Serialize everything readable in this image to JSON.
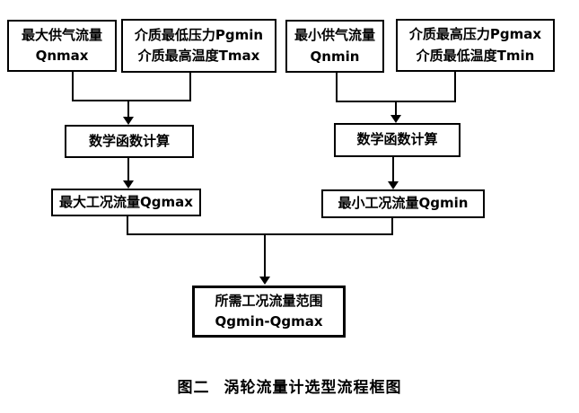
{
  "diagram": {
    "boxes": {
      "max_supply_flow": {
        "line1": "最大供气流量",
        "line2": "Qnmax"
      },
      "min_pressure_max_temp": {
        "line1": "介质最低压力Pgmin",
        "line2": "介质最高温度Tmax"
      },
      "min_supply_flow": {
        "line1": "最小供气流量",
        "line2": "Qnmin"
      },
      "max_pressure_min_temp": {
        "line1": "介质最高压力Pgmax",
        "line2": "介质最低温度Tmin"
      },
      "math_calc_left": {
        "label": "数学函数计算"
      },
      "math_calc_right": {
        "label": "数学函数计算"
      },
      "max_working_flow": {
        "label": "最大工况流量Qgmax"
      },
      "min_working_flow": {
        "label": "最小工况流量Qgmin"
      },
      "required_flow_range": {
        "line1": "所需工况流量范围",
        "line2": "Qgmin-Qgmax"
      }
    },
    "caption": {
      "figure_label": "图二",
      "title": "涡轮流量计选型流程框图"
    },
    "colors": {
      "line": "#000000",
      "text": "#000000",
      "background": "#ffffff"
    }
  }
}
